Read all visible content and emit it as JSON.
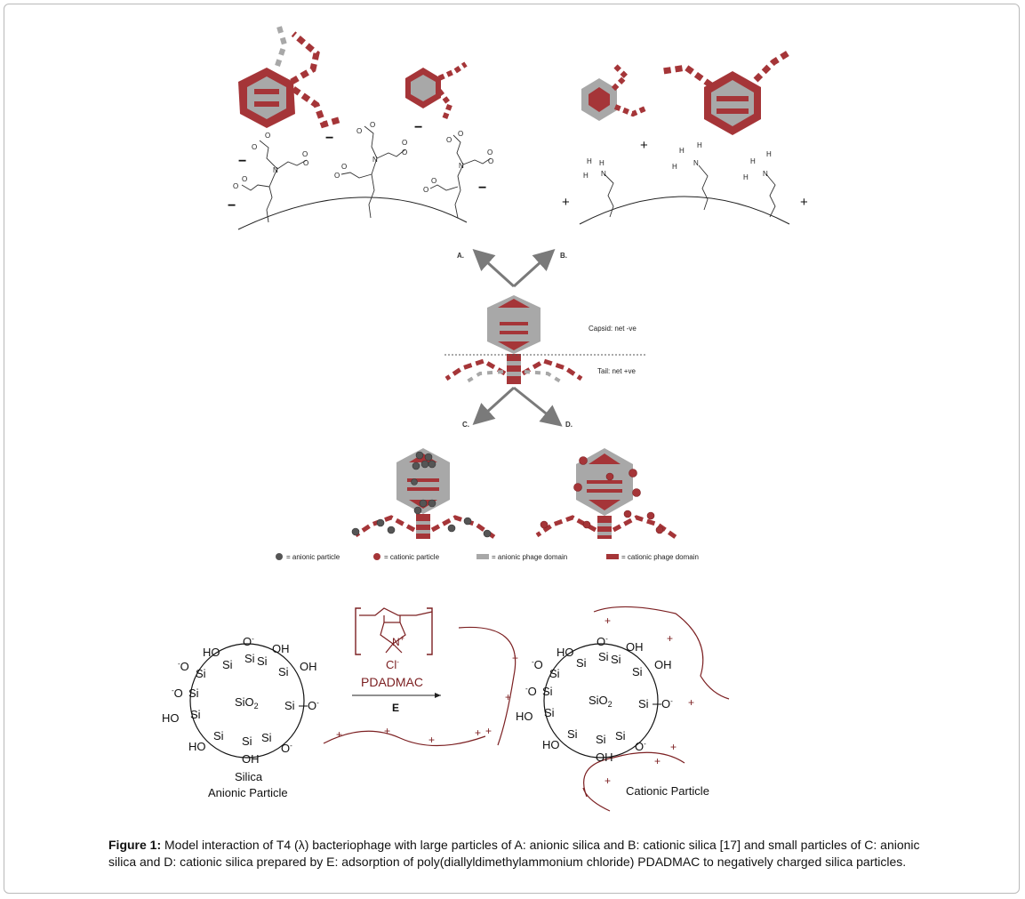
{
  "figure": {
    "caption_label": "Figure 1:",
    "caption_text": " Model interaction of T4 (λ) bacteriophage with large particles of A: anionic silica and B: cationic silica [17] and small particles of C: anionic silica and D: cationic silica prepared by E: adsorption of poly(diallyldimethylammonium chloride) PDADMAC to negatively charged silica particles."
  },
  "arrows": {
    "a": "A.",
    "b": "B.",
    "c": "C.",
    "d": "D.",
    "e": "E"
  },
  "phage_labels": {
    "capsid": "Capsid: net -ve",
    "tail": "Tail: net +ve"
  },
  "legend": {
    "anionic_particle": "= anionic particle",
    "cationic_particle": "= cationic particle",
    "anionic_domain": "= anionic phage domain",
    "cationic_domain": "= cationic phage domain"
  },
  "silica": {
    "core": "SiO",
    "core_sub": "2",
    "left_caption_1": "Silica",
    "left_caption_2": "Anionic Particle",
    "right_caption": "Cationic Particle",
    "reagent": "PDADMAC",
    "counter_ion": "Cl",
    "nitrogen": "N",
    "groups": {
      "ho": "HO",
      "oh": "OH",
      "o": "O",
      "si": "Si"
    }
  },
  "signs": {
    "minus": "−",
    "plus": "+"
  },
  "colors": {
    "cationic": "#a53538",
    "anionic": "#a8a8a8",
    "particle_dark": "#555555"
  }
}
